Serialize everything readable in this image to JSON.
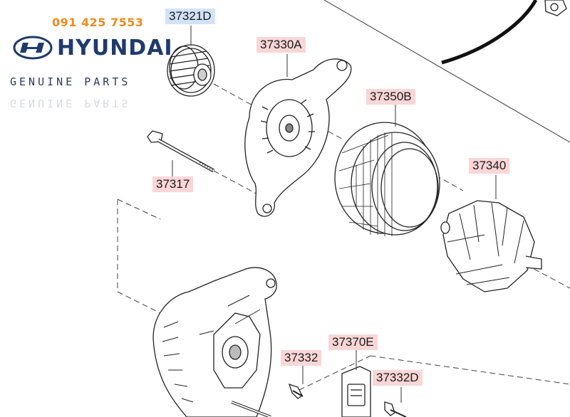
{
  "header": {
    "phone": "091 425 7553",
    "brand": "HYUNDAI",
    "tagline": "GENUINE PARTS"
  },
  "colors": {
    "phone": "#f28a1e",
    "brand": "#1f3a6e",
    "callout_red": "#fad6d6",
    "callout_blue": "#d2e3f7"
  },
  "parts": {
    "pulley": "37321D",
    "front_bracket": "37330A",
    "bolt": "37317",
    "stator": "37350B",
    "rotor": "37340",
    "screw_a": "37332",
    "regulator": "37370E",
    "screw_b": "37332D"
  }
}
